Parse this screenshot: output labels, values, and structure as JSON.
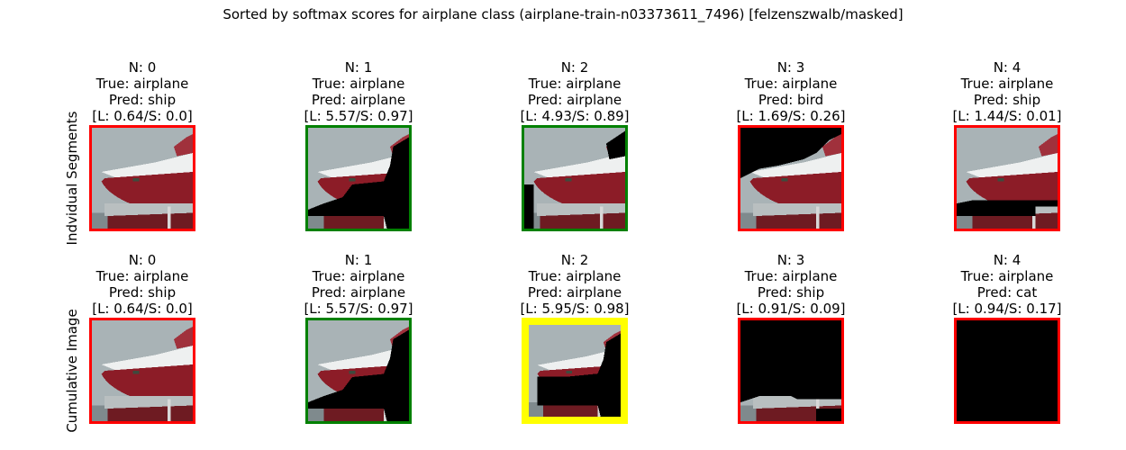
{
  "figure": {
    "title": "Sorted by softmax scores for airplane class (airplane-train-n03373611_7496) [felzenszwalb/masked]"
  },
  "colors": {
    "correct": "#008000",
    "incorrect": "#ff0000",
    "best": "#ffff00",
    "sky": "#a9b3b6",
    "hull": "#8c1c27",
    "deck": "#eef0f0",
    "mask": "#000000"
  },
  "rows": [
    {
      "label": "Indvidual Segments",
      "panels": [
        {
          "n": "N: 0",
          "true_label": "True: airplane",
          "pred": "Pred: ship",
          "scores": "[L: 0.64/S: 0.0]",
          "border": "incorrect",
          "mask": "none"
        },
        {
          "n": "N: 1",
          "true_label": "True: airplane",
          "pred": "Pred: airplane",
          "scores": "[L: 5.57/S: 0.97]",
          "border": "correct",
          "mask": "seg1"
        },
        {
          "n": "N: 2",
          "true_label": "True: airplane",
          "pred": "Pred: airplane",
          "scores": "[L: 4.93/S: 0.89]",
          "border": "correct",
          "mask": "seg2"
        },
        {
          "n": "N: 3",
          "true_label": "True: airplane",
          "pred": "Pred: bird",
          "scores": "[L: 1.69/S: 0.26]",
          "border": "incorrect",
          "mask": "seg3"
        },
        {
          "n": "N: 4",
          "true_label": "True: airplane",
          "pred": "Pred: ship",
          "scores": "[L: 1.44/S: 0.01]",
          "border": "incorrect",
          "mask": "seg4"
        }
      ]
    },
    {
      "label": "Cumulative Image",
      "panels": [
        {
          "n": "N: 0",
          "true_label": "True: airplane",
          "pred": "Pred: ship",
          "scores": "[L: 0.64/S: 0.0]",
          "border": "incorrect",
          "mask": "none"
        },
        {
          "n": "N: 1",
          "true_label": "True: airplane",
          "pred": "Pred: airplane",
          "scores": "[L: 5.57/S: 0.97]",
          "border": "correct",
          "mask": "seg1"
        },
        {
          "n": "N: 2",
          "true_label": "True: airplane",
          "pred": "Pred: airplane",
          "scores": "[L: 5.95/S: 0.98]",
          "border": "best",
          "mask": "cum2"
        },
        {
          "n": "N: 3",
          "true_label": "True: airplane",
          "pred": "Pred: ship",
          "scores": "[L: 0.91/S: 0.09]",
          "border": "incorrect",
          "mask": "cum3"
        },
        {
          "n": "N: 4",
          "true_label": "True: airplane",
          "pred": "Pred: cat",
          "scores": "[L: 0.94/S: 0.17]",
          "border": "incorrect",
          "mask": "cum4"
        }
      ]
    }
  ]
}
